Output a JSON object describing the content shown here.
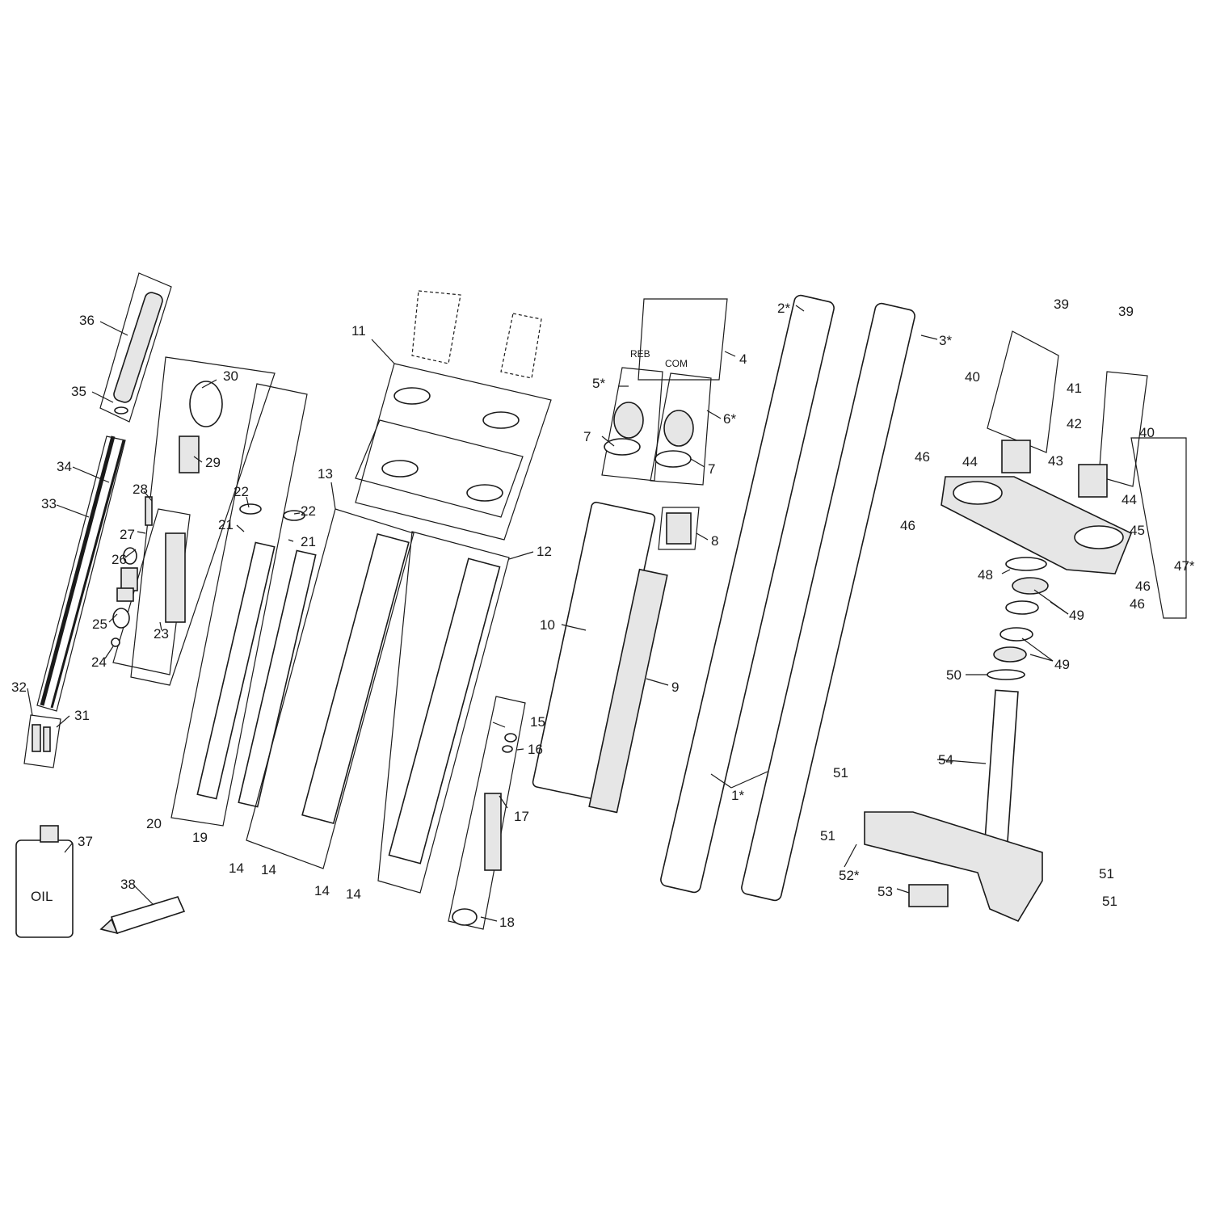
{
  "diagram": {
    "callouts": [
      {
        "id": "c1",
        "text": "1*"
      },
      {
        "id": "c2",
        "text": "2*"
      },
      {
        "id": "c3",
        "text": "3*"
      },
      {
        "id": "c4",
        "text": "4"
      },
      {
        "id": "c5",
        "text": "5*"
      },
      {
        "id": "c6",
        "text": "6*"
      },
      {
        "id": "c7a",
        "text": "7"
      },
      {
        "id": "c7b",
        "text": "7"
      },
      {
        "id": "c8",
        "text": "8"
      },
      {
        "id": "c9",
        "text": "9"
      },
      {
        "id": "c10",
        "text": "10"
      },
      {
        "id": "c11",
        "text": "11"
      },
      {
        "id": "c12",
        "text": "12"
      },
      {
        "id": "c13",
        "text": "13"
      },
      {
        "id": "c14a",
        "text": "14"
      },
      {
        "id": "c14b",
        "text": "14"
      },
      {
        "id": "c14c",
        "text": "14"
      },
      {
        "id": "c14d",
        "text": "14"
      },
      {
        "id": "c15",
        "text": "15"
      },
      {
        "id": "c16",
        "text": "16"
      },
      {
        "id": "c17",
        "text": "17"
      },
      {
        "id": "c18",
        "text": "18"
      },
      {
        "id": "c19",
        "text": "19"
      },
      {
        "id": "c20",
        "text": "20"
      },
      {
        "id": "c21a",
        "text": "21"
      },
      {
        "id": "c21b",
        "text": "21"
      },
      {
        "id": "c22a",
        "text": "22"
      },
      {
        "id": "c22b",
        "text": "22"
      },
      {
        "id": "c23",
        "text": "23"
      },
      {
        "id": "c24",
        "text": "24"
      },
      {
        "id": "c25",
        "text": "25"
      },
      {
        "id": "c26",
        "text": "26"
      },
      {
        "id": "c27",
        "text": "27"
      },
      {
        "id": "c28",
        "text": "28"
      },
      {
        "id": "c29",
        "text": "29"
      },
      {
        "id": "c30",
        "text": "30"
      },
      {
        "id": "c31",
        "text": "31"
      },
      {
        "id": "c32",
        "text": "32"
      },
      {
        "id": "c33",
        "text": "33"
      },
      {
        "id": "c34",
        "text": "34"
      },
      {
        "id": "c35",
        "text": "35"
      },
      {
        "id": "c36",
        "text": "36"
      },
      {
        "id": "c37",
        "text": "37"
      },
      {
        "id": "c38",
        "text": "38"
      },
      {
        "id": "c39a",
        "text": "39"
      },
      {
        "id": "c39b",
        "text": "39"
      },
      {
        "id": "c40a",
        "text": "40"
      },
      {
        "id": "c40b",
        "text": "40"
      },
      {
        "id": "c41",
        "text": "41"
      },
      {
        "id": "c42",
        "text": "42"
      },
      {
        "id": "c43",
        "text": "43"
      },
      {
        "id": "c44a",
        "text": "44"
      },
      {
        "id": "c44b",
        "text": "44"
      },
      {
        "id": "c45",
        "text": "45"
      },
      {
        "id": "c46a",
        "text": "46"
      },
      {
        "id": "c46b",
        "text": "46"
      },
      {
        "id": "c46c",
        "text": "46"
      },
      {
        "id": "c46d",
        "text": "46"
      },
      {
        "id": "c47",
        "text": "47*"
      },
      {
        "id": "c48",
        "text": "48"
      },
      {
        "id": "c49a",
        "text": "49"
      },
      {
        "id": "c49b",
        "text": "49"
      },
      {
        "id": "c50",
        "text": "50"
      },
      {
        "id": "c51a",
        "text": "51"
      },
      {
        "id": "c51b",
        "text": "51"
      },
      {
        "id": "c51c",
        "text": "51"
      },
      {
        "id": "c51d",
        "text": "51"
      },
      {
        "id": "c52",
        "text": "52*"
      },
      {
        "id": "c53",
        "text": "53"
      },
      {
        "id": "c54",
        "text": "54"
      }
    ],
    "inner_labels": {
      "reb": "REB",
      "com": "COM",
      "oil": "OIL"
    }
  }
}
